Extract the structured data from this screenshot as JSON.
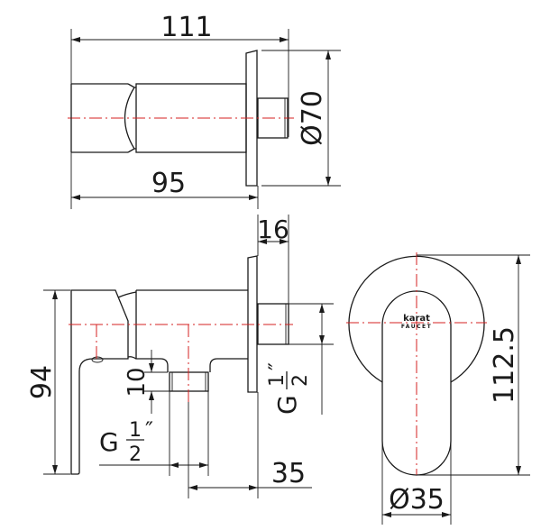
{
  "dimensions": {
    "overall_length": "111",
    "body_length": "95",
    "flange_diameter": "Ø70",
    "stub_length": "16",
    "height": "94",
    "outlet_depth": "10",
    "outlet_thread": {
      "prefix": "G",
      "num": "1",
      "den": "2",
      "suffix": "″"
    },
    "inlet_thread": {
      "prefix": "G",
      "num": "1",
      "den": "2",
      "suffix": "″"
    },
    "outlet_offset": "35",
    "front_height": "112.5",
    "lever_diameter": "Ø35"
  },
  "logo": {
    "line1": "karat",
    "line2": "FAUCET"
  },
  "colors": {
    "line": "#1a1a1a",
    "centerline": "#d42020"
  }
}
